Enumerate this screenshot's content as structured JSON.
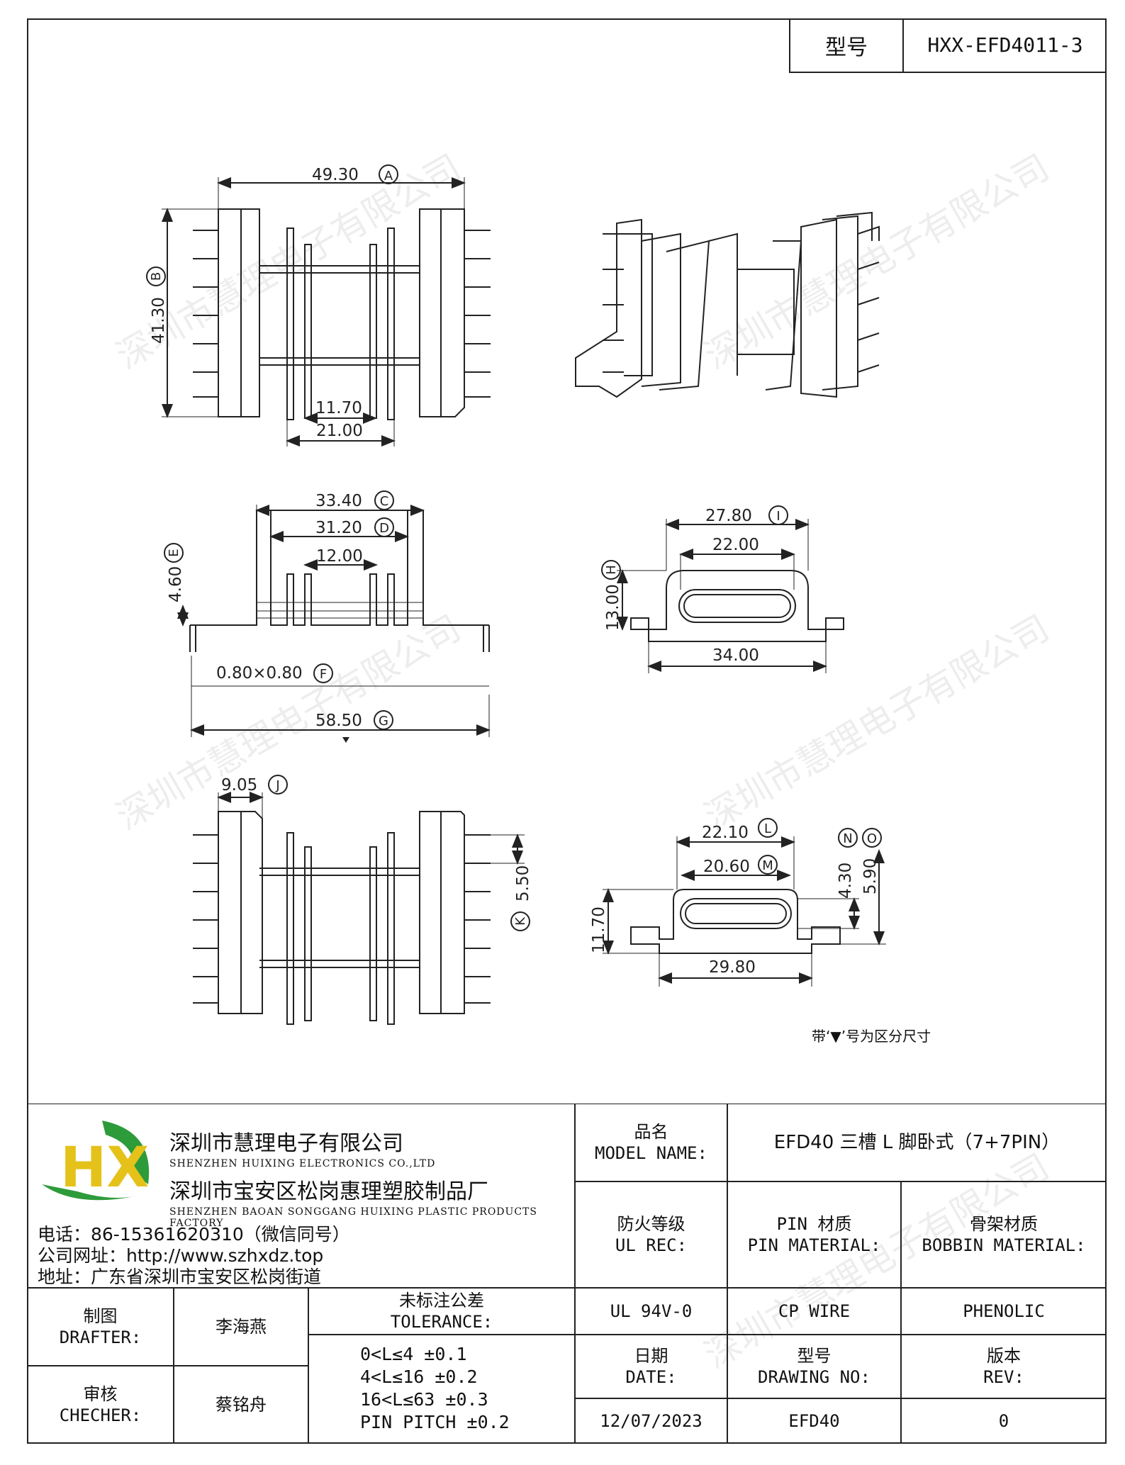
{
  "header": {
    "model_label": "型号",
    "model_value": "HXX-EFD4011-3"
  },
  "dimensions": {
    "A": "49.30",
    "A_tag": "A",
    "B": "41.30",
    "B_tag": "B",
    "d11_70": "11.70",
    "d21_00": "21.00",
    "C": "33.40",
    "C_tag": "C",
    "D": "31.20",
    "D_tag": "D",
    "d12_00": "12.00",
    "E": "4.60",
    "E_tag": "E",
    "F": "0.80×0.80",
    "F_tag": "F",
    "G": "58.50",
    "G_tag": "G",
    "I": "27.80",
    "I_tag": "I",
    "d22_00": "22.00",
    "H": "13.00",
    "H_tag": "H",
    "d34_00": "34.00",
    "J": "9.05",
    "J_tag": "J",
    "K": "5.50",
    "K_tag": "K",
    "L": "22.10",
    "L_tag": "L",
    "M": "20.60",
    "M_tag": "M",
    "N": "4.30",
    "N_tag": "N",
    "O": "5.90",
    "O_tag": "O",
    "d11_70b": "11.70",
    "d29_80": "29.80"
  },
  "note": "带‘▼’号为区分尺寸",
  "watermark": "深圳市慧理电子有限公司",
  "company": {
    "logo": "HX",
    "name1": "深圳市慧理电子有限公司",
    "name1_en": "SHENZHEN HUIXING ELECTRONICS CO.,LTD",
    "name2": "深圳市宝安区松岗惠理塑胶制品厂",
    "name2_en": "SHENZHEN BAOAN SONGGANG HUIXING PLASTIC PRODUCTS FACTORY",
    "phone": "电话：86-15361620310（微信同号）",
    "website": "公司网址：http://www.szhxdz.top",
    "address": "地址：广东省深圳市宝安区松岗街道"
  },
  "title_block": {
    "model_name_cn": "品名",
    "model_name_en": "MODEL NAME:",
    "model_name_value": "EFD40 三槽 L 脚卧式（7+7PIN）",
    "ul_cn": "防火等级",
    "ul_en": "UL REC:",
    "pin_cn": "PIN 材质",
    "pin_en": "PIN MATERIAL:",
    "bobbin_cn": "骨架材质",
    "bobbin_en": "BOBBIN MATERIAL:",
    "ul_value": "UL 94V-0",
    "pin_value": "CP WIRE",
    "bobbin_value": "PHENOLIC",
    "drafter_cn": "制图",
    "drafter_en": "DRAFTER:",
    "drafter_value": "李海燕",
    "checker_cn": "审核",
    "checker_en": "CHECHER:",
    "checker_value": "蔡铭舟",
    "tol_cn": "未标注公差",
    "tol_en": "TOLERANCE:",
    "tol_lines": [
      "0<L≤4   ±0.1",
      "4<L≤16  ±0.2",
      "16<L≤63 ±0.3",
      "PIN PITCH ±0.2"
    ],
    "date_cn": "日期",
    "date_en": "DATE:",
    "date_value": "12/07/2023",
    "dwg_cn": "型号",
    "dwg_en": "DRAWING NO:",
    "dwg_value": "EFD40",
    "rev_cn": "版本",
    "rev_en": "REV:",
    "rev_value": "0"
  }
}
